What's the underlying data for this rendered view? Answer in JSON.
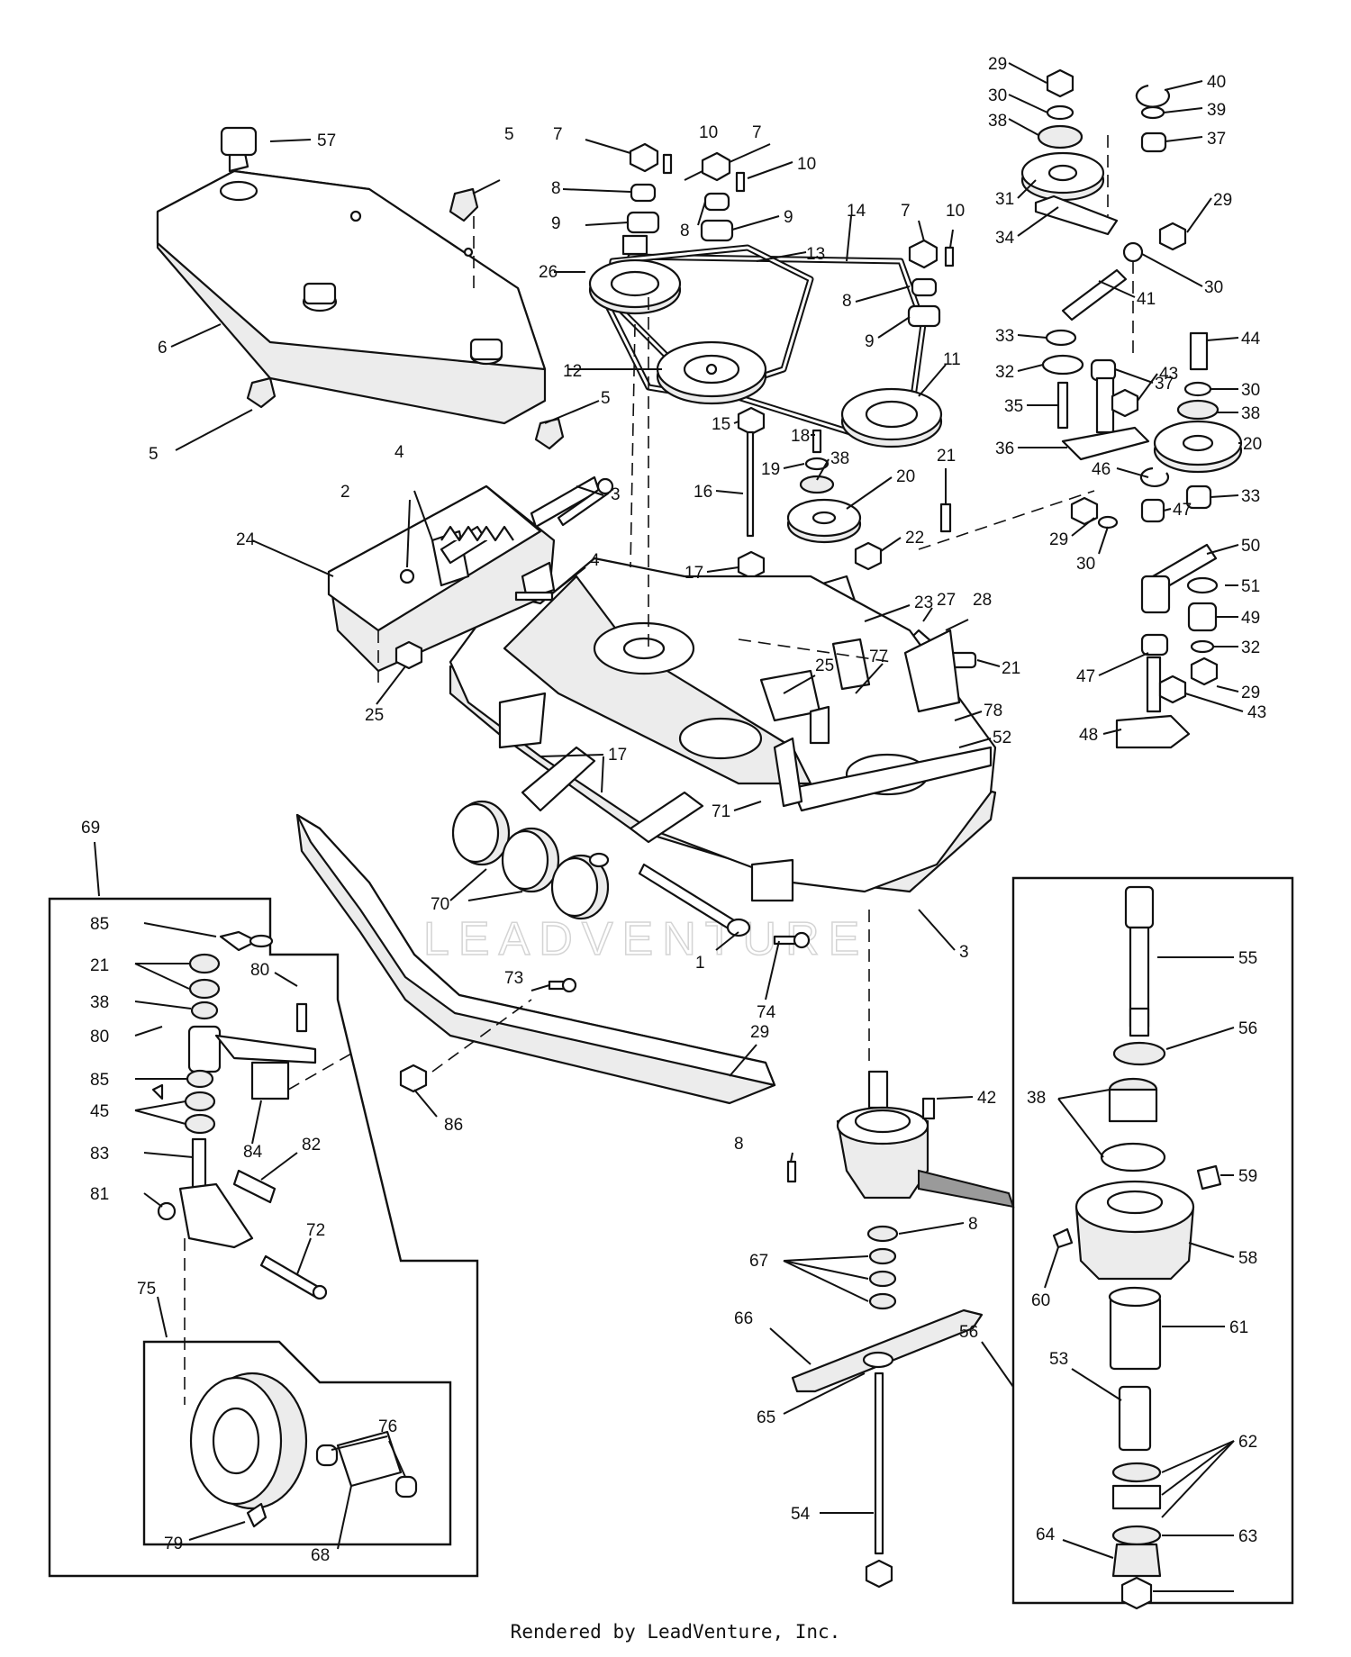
{
  "watermark": "LEADVENTURE",
  "footer": "Rendered by LeadVenture, Inc.",
  "callouts": [
    {
      "id": "c57",
      "label": "57"
    },
    {
      "id": "c5a",
      "label": "5"
    },
    {
      "id": "c6",
      "label": "6"
    },
    {
      "id": "c5b",
      "label": "5"
    },
    {
      "id": "c5c",
      "label": "5"
    },
    {
      "id": "c7a",
      "label": "7"
    },
    {
      "id": "c10a",
      "label": "10"
    },
    {
      "id": "c7b",
      "label": "7"
    },
    {
      "id": "c10b",
      "label": "10"
    },
    {
      "id": "c8a",
      "label": "8"
    },
    {
      "id": "c9a",
      "label": "9"
    },
    {
      "id": "c8b",
      "label": "8"
    },
    {
      "id": "c9b",
      "label": "9"
    },
    {
      "id": "c14",
      "label": "14"
    },
    {
      "id": "c7c",
      "label": "7"
    },
    {
      "id": "c10c",
      "label": "10"
    },
    {
      "id": "c26",
      "label": "26"
    },
    {
      "id": "c13",
      "label": "13"
    },
    {
      "id": "c8c",
      "label": "8"
    },
    {
      "id": "c9c",
      "label": "9"
    },
    {
      "id": "c12",
      "label": "12"
    },
    {
      "id": "c11",
      "label": "11"
    },
    {
      "id": "c29a",
      "label": "29"
    },
    {
      "id": "c30a",
      "label": "30"
    },
    {
      "id": "c38a",
      "label": "38"
    },
    {
      "id": "c40",
      "label": "40"
    },
    {
      "id": "c39",
      "label": "39"
    },
    {
      "id": "c37a",
      "label": "37"
    },
    {
      "id": "c31",
      "label": "31"
    },
    {
      "id": "c34",
      "label": "34"
    },
    {
      "id": "c29b",
      "label": "29"
    },
    {
      "id": "c30b",
      "label": "30"
    },
    {
      "id": "c41",
      "label": "41"
    },
    {
      "id": "c33a",
      "label": "33"
    },
    {
      "id": "c32a",
      "label": "32"
    },
    {
      "id": "c37b",
      "label": "37"
    },
    {
      "id": "c43a",
      "label": "43"
    },
    {
      "id": "c35",
      "label": "35"
    },
    {
      "id": "c36",
      "label": "36"
    },
    {
      "id": "c44",
      "label": "44"
    },
    {
      "id": "c30c",
      "label": "30"
    },
    {
      "id": "c38b",
      "label": "38"
    },
    {
      "id": "c20a",
      "label": "20"
    },
    {
      "id": "c46",
      "label": "46"
    },
    {
      "id": "c33b",
      "label": "33"
    },
    {
      "id": "c47a",
      "label": "47"
    },
    {
      "id": "c29c",
      "label": "29"
    },
    {
      "id": "c30d",
      "label": "30"
    },
    {
      "id": "c50",
      "label": "50"
    },
    {
      "id": "c51",
      "label": "51"
    },
    {
      "id": "c49",
      "label": "49"
    },
    {
      "id": "c32b",
      "label": "32"
    },
    {
      "id": "c47b",
      "label": "47"
    },
    {
      "id": "c29d",
      "label": "29"
    },
    {
      "id": "c43b",
      "label": "43"
    },
    {
      "id": "c48",
      "label": "48"
    },
    {
      "id": "c15",
      "label": "15"
    },
    {
      "id": "c18",
      "label": "18"
    },
    {
      "id": "c19",
      "label": "19"
    },
    {
      "id": "c38c",
      "label": "38"
    },
    {
      "id": "c20b",
      "label": "20"
    },
    {
      "id": "c16",
      "label": "16"
    },
    {
      "id": "c21a",
      "label": "21"
    },
    {
      "id": "c22",
      "label": "22"
    },
    {
      "id": "c17a",
      "label": "17"
    },
    {
      "id": "c23",
      "label": "23"
    },
    {
      "id": "c27",
      "label": "27"
    },
    {
      "id": "c28",
      "label": "28"
    },
    {
      "id": "c21b",
      "label": "21"
    },
    {
      "id": "c25a",
      "label": "25"
    },
    {
      "id": "c77",
      "label": "77"
    },
    {
      "id": "c78",
      "label": "78"
    },
    {
      "id": "c52",
      "label": "52"
    },
    {
      "id": "c4a",
      "label": "4"
    },
    {
      "id": "c2",
      "label": "2"
    },
    {
      "id": "c24",
      "label": "24"
    },
    {
      "id": "c3a",
      "label": "3"
    },
    {
      "id": "c4b",
      "label": "4"
    },
    {
      "id": "c25b",
      "label": "25"
    },
    {
      "id": "c17b",
      "label": "17"
    },
    {
      "id": "c71",
      "label": "71"
    },
    {
      "id": "c70",
      "label": "70"
    },
    {
      "id": "c1",
      "label": "1"
    },
    {
      "id": "c3b",
      "label": "3"
    },
    {
      "id": "c74",
      "label": "74"
    },
    {
      "id": "c73",
      "label": "73"
    },
    {
      "id": "c29e",
      "label": "29"
    },
    {
      "id": "c86",
      "label": "86"
    },
    {
      "id": "c69",
      "label": "69"
    },
    {
      "id": "c85a",
      "label": "85"
    },
    {
      "id": "c21c",
      "label": "21"
    },
    {
      "id": "c80a",
      "label": "80"
    },
    {
      "id": "c38d",
      "label": "38"
    },
    {
      "id": "c80b",
      "label": "80"
    },
    {
      "id": "c85b",
      "label": "85"
    },
    {
      "id": "c45",
      "label": "45"
    },
    {
      "id": "c84",
      "label": "84"
    },
    {
      "id": "c83",
      "label": "83"
    },
    {
      "id": "c82",
      "label": "82"
    },
    {
      "id": "c81",
      "label": "81"
    },
    {
      "id": "c72",
      "label": "72"
    },
    {
      "id": "c75",
      "label": "75"
    },
    {
      "id": "c76",
      "label": "76"
    },
    {
      "id": "c79",
      "label": "79"
    },
    {
      "id": "c68",
      "label": "68"
    },
    {
      "id": "c42",
      "label": "42"
    },
    {
      "id": "c8d",
      "label": "8"
    },
    {
      "id": "c8e",
      "label": "8"
    },
    {
      "id": "c67",
      "label": "67"
    },
    {
      "id": "c66",
      "label": "66"
    },
    {
      "id": "c65",
      "label": "65"
    },
    {
      "id": "c54",
      "label": "54"
    },
    {
      "id": "c55",
      "label": "55"
    },
    {
      "id": "c56a",
      "label": "56"
    },
    {
      "id": "c38e",
      "label": "38"
    },
    {
      "id": "c59",
      "label": "59"
    },
    {
      "id": "c58",
      "label": "58"
    },
    {
      "id": "c60",
      "label": "60"
    },
    {
      "id": "c61",
      "label": "61"
    },
    {
      "id": "c53",
      "label": "53"
    },
    {
      "id": "c56b",
      "label": "56"
    },
    {
      "id": "c62",
      "label": "62"
    },
    {
      "id": "c63",
      "label": "63"
    },
    {
      "id": "c64",
      "label": "64"
    }
  ]
}
